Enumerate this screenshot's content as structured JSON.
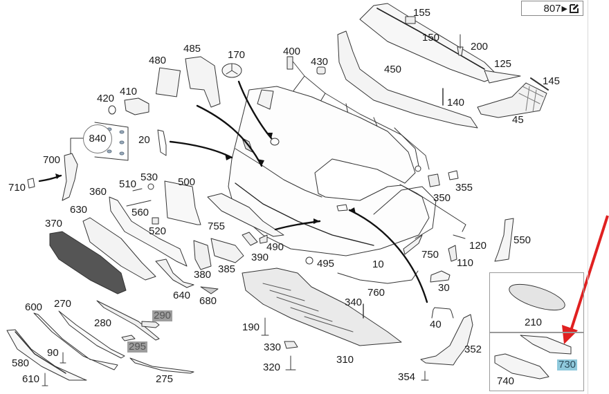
{
  "diagram": {
    "title": "Front bumper parts diagram",
    "reference": {
      "number": "807",
      "arrow_glyph": "→",
      "icon": "edit-icon"
    },
    "highlight_colors": {
      "gray": "#9e9e9e",
      "blue": "#8fc9dc",
      "annotation_arrow": "#e02020"
    },
    "labels": [
      {
        "id": "155",
        "text": "155"
      },
      {
        "id": "150",
        "text": "150"
      },
      {
        "id": "200",
        "text": "200"
      },
      {
        "id": "125",
        "text": "125"
      },
      {
        "id": "145",
        "text": "145"
      },
      {
        "id": "450",
        "text": "450"
      },
      {
        "id": "140",
        "text": "140"
      },
      {
        "id": "45",
        "text": "45"
      },
      {
        "id": "400",
        "text": "400"
      },
      {
        "id": "430",
        "text": "430"
      },
      {
        "id": "485",
        "text": "485"
      },
      {
        "id": "480",
        "text": "480"
      },
      {
        "id": "170",
        "text": "170"
      },
      {
        "id": "420",
        "text": "420"
      },
      {
        "id": "410",
        "text": "410"
      },
      {
        "id": "840",
        "text": "840"
      },
      {
        "id": "20",
        "text": "20"
      },
      {
        "id": "700",
        "text": "700"
      },
      {
        "id": "710",
        "text": "710"
      },
      {
        "id": "510",
        "text": "510"
      },
      {
        "id": "530",
        "text": "530"
      },
      {
        "id": "500",
        "text": "500"
      },
      {
        "id": "360",
        "text": "360"
      },
      {
        "id": "560",
        "text": "560"
      },
      {
        "id": "630",
        "text": "630"
      },
      {
        "id": "520",
        "text": "520"
      },
      {
        "id": "370",
        "text": "370"
      },
      {
        "id": "755",
        "text": "755"
      },
      {
        "id": "490",
        "text": "490"
      },
      {
        "id": "390",
        "text": "390"
      },
      {
        "id": "385",
        "text": "385"
      },
      {
        "id": "380",
        "text": "380"
      },
      {
        "id": "495",
        "text": "495"
      },
      {
        "id": "10",
        "text": "10"
      },
      {
        "id": "750",
        "text": "750"
      },
      {
        "id": "120",
        "text": "120"
      },
      {
        "id": "110",
        "text": "110"
      },
      {
        "id": "550",
        "text": "550"
      },
      {
        "id": "350",
        "text": "350"
      },
      {
        "id": "355",
        "text": "355"
      },
      {
        "id": "30",
        "text": "30"
      },
      {
        "id": "640",
        "text": "640"
      },
      {
        "id": "680",
        "text": "680"
      },
      {
        "id": "760",
        "text": "760"
      },
      {
        "id": "340",
        "text": "340"
      },
      {
        "id": "40",
        "text": "40"
      },
      {
        "id": "600",
        "text": "600"
      },
      {
        "id": "270",
        "text": "270"
      },
      {
        "id": "280",
        "text": "280"
      },
      {
        "id": "290",
        "text": "290",
        "highlight": "gray"
      },
      {
        "id": "295",
        "text": "295",
        "highlight": "gray"
      },
      {
        "id": "190",
        "text": "190"
      },
      {
        "id": "330",
        "text": "330"
      },
      {
        "id": "320",
        "text": "320"
      },
      {
        "id": "310",
        "text": "310"
      },
      {
        "id": "352",
        "text": "352"
      },
      {
        "id": "354",
        "text": "354"
      },
      {
        "id": "580",
        "text": "580"
      },
      {
        "id": "90",
        "text": "90"
      },
      {
        "id": "610",
        "text": "610"
      },
      {
        "id": "275",
        "text": "275"
      },
      {
        "id": "210",
        "text": "210"
      },
      {
        "id": "730",
        "text": "730",
        "highlight": "blue"
      },
      {
        "id": "740",
        "text": "740"
      }
    ]
  }
}
